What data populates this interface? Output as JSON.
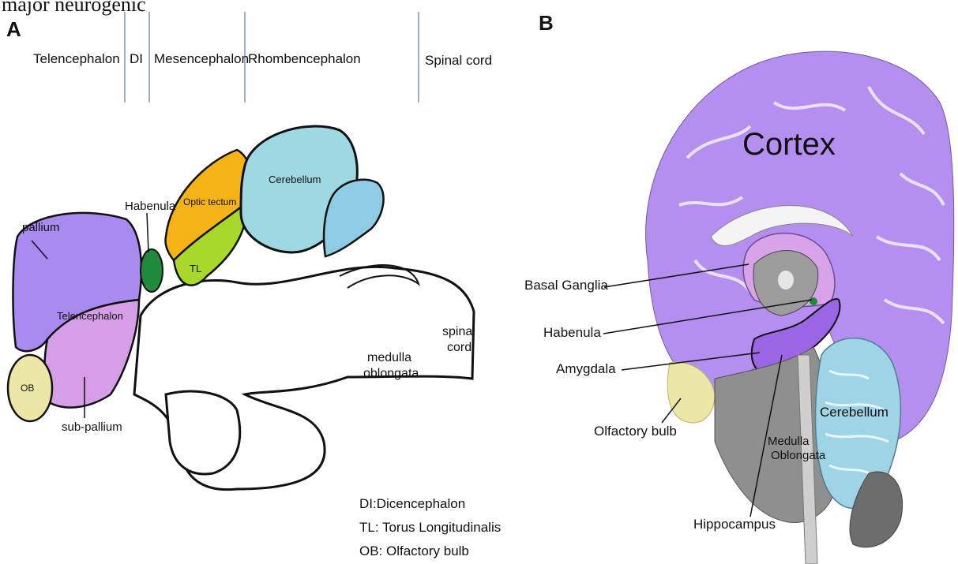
{
  "header_fragment": "major neurogenic",
  "panel_a": {
    "letter": "A",
    "divisions": [
      "Telencephalon",
      "DI",
      "Mesencephalon",
      "Rhombencephalon",
      "Spinal cord"
    ],
    "labels": {
      "pallium": "pallium",
      "habenula": "Habenula",
      "optic_tectum": "Optic tectum",
      "cerebellum": "Cerebellum",
      "telencephalon": "Telencephalon",
      "tl": "TL",
      "ob": "OB",
      "sub_pallium": "sub-pallium",
      "medulla_1": "medulla",
      "medulla_2": "oblongata",
      "spinal_1": "spinal",
      "spinal_2": "cord"
    },
    "legend": [
      "DI:Dicencephalon",
      "TL: Torus Longitudinalis",
      "OB: Olfactory bulb"
    ],
    "colors": {
      "pallium": "#a98af0",
      "subpallium": "#d59ee6",
      "ob": "#ece7a6",
      "habenula": "#1f8a3b",
      "optic_tectum": "#f5b316",
      "tl": "#a8d92a",
      "cerebellum": "#9ed8e2",
      "hindbrain_lobe": "#8ecbe4"
    }
  },
  "panel_b": {
    "letter": "B",
    "labels": {
      "cortex": "Cortex",
      "basal_ganglia": "Basal Ganglia",
      "habenula": "Habenula",
      "amygdala": "Amygdala",
      "olfactory_bulb": "Olfactory bulb",
      "cerebellum": "Cerebellum",
      "medulla_1": "Medulla",
      "medulla_2": "Oblongata",
      "hippocampus": "Hippocampus"
    },
    "colors": {
      "cortex": "#b48ff0",
      "basal_ganglia": "#d9a3ea",
      "limbic": "#9a66e6",
      "olfactory_bulb": "#ece7a6",
      "cerebellum": "#9fd3e6",
      "brainstem": "#8f8f8f",
      "habenula": "#1f8a3b"
    }
  }
}
